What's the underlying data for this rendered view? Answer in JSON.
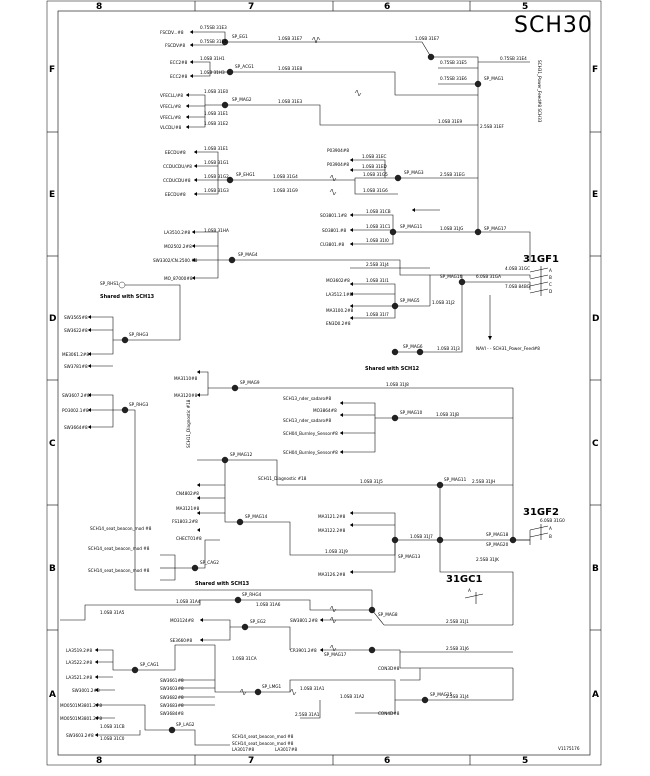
{
  "title": "SCH30",
  "footer_id": "V1175176",
  "zones_x": [
    "8",
    "7",
    "6",
    "5"
  ],
  "zones_y": [
    "F",
    "E",
    "D",
    "C",
    "B",
    "A"
  ],
  "connectors": {
    "g1": {
      "name": "31GF1",
      "pins": [
        "A",
        "B",
        "C",
        "D"
      ]
    },
    "g2": {
      "name": "31GF2",
      "pins": [
        "A",
        "B"
      ]
    },
    "c1": {
      "name": "31GC1",
      "pins": [
        "A"
      ]
    }
  },
  "notes": {
    "shared1": "Shared with SCH13",
    "shared2": "Shared with SCH12",
    "shared3": "Shared with SCH13",
    "sp_rhs1": "SP_RHS1",
    "navi": "NAVI - - SCH31_Power_Feed#8",
    "sch31": "SCH31_Power_Feed#8 SCH33",
    "sch31b": "SCH11_Diagnostic #18"
  },
  "labels": {
    "f1": "FSCDV...#8",
    "f2": "FSCDV#8",
    "f3": "ECC2#8",
    "f4": "ECC2#8",
    "f5": "VFECLL/#8",
    "f6": "VFECL/#8",
    "f7": "VFECL/#8",
    "f8": "VLCDL/#8",
    "e1": "EECDU#8",
    "e2": "CCDUCDU/#8",
    "e3": "CCDUCDU#8",
    "e4": "EECDU#8",
    "e5": "P03904#8",
    "e6": "P03904#8",
    "e7": "SO3801.1#8",
    "e8": "SO3801.#8",
    "e9": "CU3801.#8",
    "d1": "LA3510.2#8",
    "d2": "MO2502.2#8",
    "d3": "SW3302/CN.2500.#8",
    "d4": "MO_87000#8",
    "d5": "MO3602#8",
    "d6": "LA3512.1#8",
    "d7": "MA3100.2#8",
    "d8": "EN3D0.2#8",
    "d9": "SW3565#8",
    "d10": "SW3622#8",
    "d11": "ME3061.2#8",
    "d12": "SW3781#8",
    "d13": "SW3607.2#8",
    "d14": "PO3002.1#8",
    "d15": "SW3664#8",
    "c1": "MA3110#8",
    "c2": "MA3120#8",
    "c3": "SCH13_nder_sadaro#8",
    "c4": "MO3864#8",
    "c5": "SCH13_nder_sadaro#8",
    "c6": "SCH04_Burnley_Sensor#8",
    "c7": "SCH04_Burnley_Sensor#8",
    "c8": "CN4802#8",
    "c9": "MA3121#8",
    "c10": "FS1803.2#8",
    "c11": "CHECT01#8",
    "c12": "MA3121.2#8",
    "c13": "MA3122.2#8",
    "c14": "MA3126.2#8",
    "c15": "SCH14_seat_beacon_mod #8",
    "c16": "SCH14_seat_beacon_mod #8",
    "c17": "SCH14_seat_beacon_mod #8",
    "c18": "SCH11_Diagnostic #18",
    "b1": "LA3519.2#8",
    "b2": "LA3522.2#8",
    "b3": "LA3521.2#8",
    "b4": "MO3124#8",
    "b5": "SE3660#8",
    "b6": "SW3801.2#8",
    "b7": "CR3901.2#8",
    "b8": "CON3D#8",
    "b9": "SW3661#8",
    "b10": "SW3603#8",
    "b11": "SW3682#8",
    "b12": "SW3683#8",
    "b13": "SW3684#8",
    "a1": "SW3001.2#8",
    "a2": "MO0501M3801.2#8",
    "a3": "MO0501M3801.2#8",
    "a4": "SW3603.2#8",
    "a5": "CON4D#8",
    "a6": "SCH14_seat_beacon_mod #8",
    "a7": "SCH14_seat_beacon_mod #8",
    "a8": "LA3017#8",
    "a9": "LA3017#8"
  },
  "splices": {
    "s1": "SP_EG1",
    "s2": "SP_ACG1",
    "s3": "SP_MAG2",
    "s4": "SP_EHG1",
    "s5": "SP_MAG1",
    "s6": "SP_MAG3",
    "s7": "SP_MAG11",
    "s8": "SP_MAG17",
    "s9": "SP_MAG4",
    "s10": "SP_MAG16",
    "s11": "SP_MAG5",
    "s12": "SP_MAG6",
    "s13": "SP_RHG3",
    "s14": "SP_RHG3",
    "s15": "SP_MAG9",
    "s16": "SP_MAG10",
    "s17": "SP_MAG12",
    "s18": "SP_MAG14",
    "s19": "SP_MAG13",
    "s20": "SP_MAG11",
    "s21": "SP_MAG18",
    "s22": "SP_MAG20",
    "s23": "SP_CAG2",
    "s24": "SP_RHG4",
    "s25": "SP_EG2",
    "s26": "SP_MAG8",
    "s27": "SP_MAG17",
    "s28": "SP_CAG1",
    "s29": "SP_LMG1",
    "s30": "SP_MAG15",
    "s31": "SP_LAG2"
  },
  "wires": {
    "w1": "0.75SB 31E3",
    "w2": "0.75SB 31E4",
    "w3": "1.0SB 31H1",
    "w4": "1.0SB 31H3",
    "w5": "1.0SB 31E7",
    "w6": "1.0SB 31E7",
    "w7": "0.75SB 31E5",
    "w8": "0.75SB 31E6",
    "w9": "1.0SB 31E8",
    "w10": "1.0SB 31E3",
    "w11": "2.5SB 31EF",
    "w12": "1.0SB 31E9",
    "w13": "0.75SB 31E4",
    "w14": "1.0SB 31E0",
    "w15": "1.0SB 31E1",
    "w16": "1.0SB 31E2",
    "w17": "1.0SB 31E1",
    "w18": "1.0SB 31G1",
    "w19": "1.0SB 31G2",
    "w20": "1.0SB 31G3",
    "w21": "1.0SB 31G4",
    "w22": "1.0SB 31G5",
    "w23": "1.0SB 31G6",
    "w24": "1.0SB 31G9",
    "w25": "1.0SB 31EC",
    "w26": "1.0SB 31ED",
    "w27": "2.5SB 31EG",
    "w28": "1.0SB 31CB",
    "w29": "1.0SB 31C1",
    "w30": "1.0SB 31I0",
    "w31": "1.0SB 31JG",
    "w32": "2.5SB 31J4",
    "w33": "1.0SB 31HA",
    "w34": "4.0SB 31GC",
    "w35": "6.0SB 31GA",
    "w36": "7.0SB 84BG",
    "w37": "1.0SB 31J2",
    "w38": "1.0SB 31J3",
    "w39": "1.0SB 31I1",
    "w40": "1.0SB 31I7",
    "w41": "1.0SB 31J8",
    "w42": "1.0SB 31JB",
    "w43": "2.5SB 31JH",
    "w44": "6.0SB 31G0",
    "w45": "1.0SB 31J5",
    "w46": "1.0SB 31J7",
    "w47": "1.0SB 31J9",
    "w48": "2.5SB 31JK",
    "w49": "1.0SB 31A4",
    "w50": "1.0SB 31A5",
    "w51": "1.0SB 31A6",
    "w52": "2.5SB 31J1",
    "w53": "2.5SB 31J6",
    "w54": "2.5SB 31J4",
    "w55": "1.0SB 31A2",
    "w56": "1.0SB 31A1",
    "w57": "2.5SB 31A1",
    "w58": "1.0SB 31C0",
    "w59": "1.0SB 31CB",
    "w60": "1.0SB 31CA"
  }
}
